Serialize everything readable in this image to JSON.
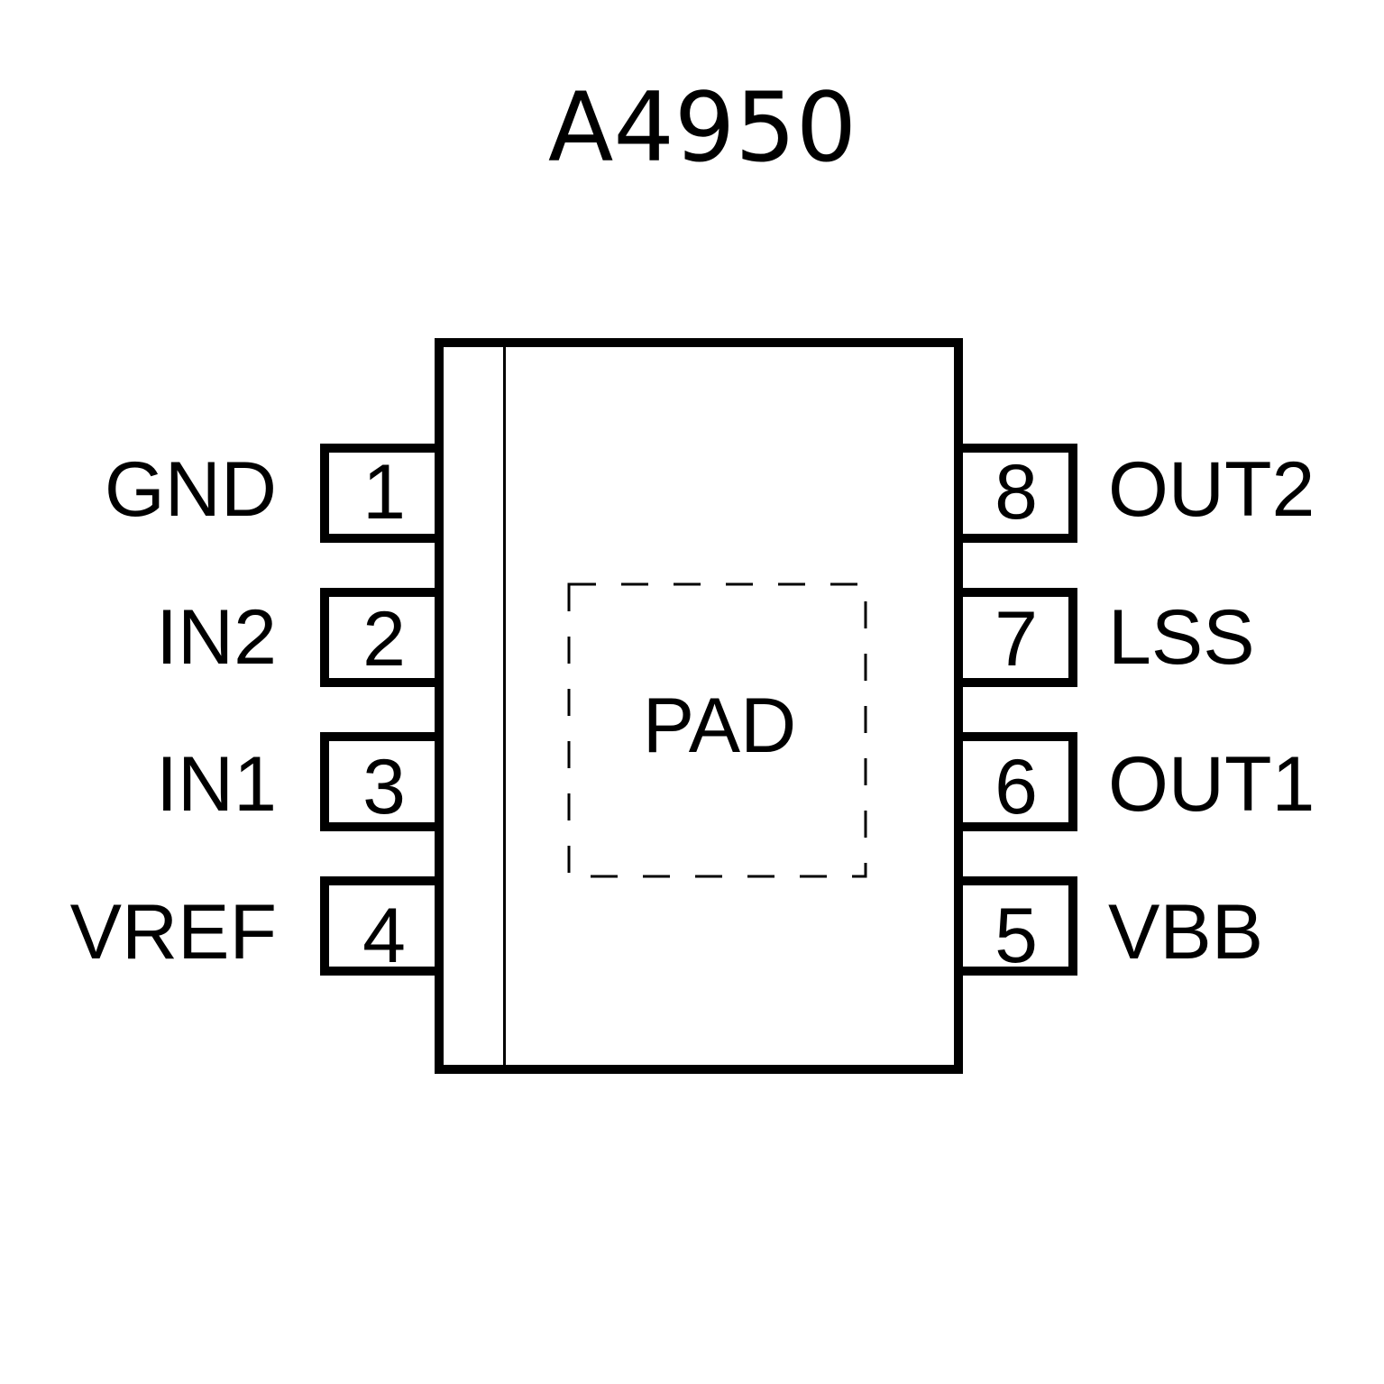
{
  "diagram": {
    "title": "A4950",
    "pad_label": "PAD",
    "line_color": "#000000",
    "background": "#ffffff",
    "left_pins": [
      {
        "number": "1",
        "name": "GND"
      },
      {
        "number": "2",
        "name": "IN2"
      },
      {
        "number": "3",
        "name": "IN1"
      },
      {
        "number": "4",
        "name": "VREF"
      }
    ],
    "right_pins": [
      {
        "number": "8",
        "name": "OUT2"
      },
      {
        "number": "7",
        "name": "LSS"
      },
      {
        "number": "6",
        "name": "OUT1"
      },
      {
        "number": "5",
        "name": "VBB"
      }
    ]
  }
}
